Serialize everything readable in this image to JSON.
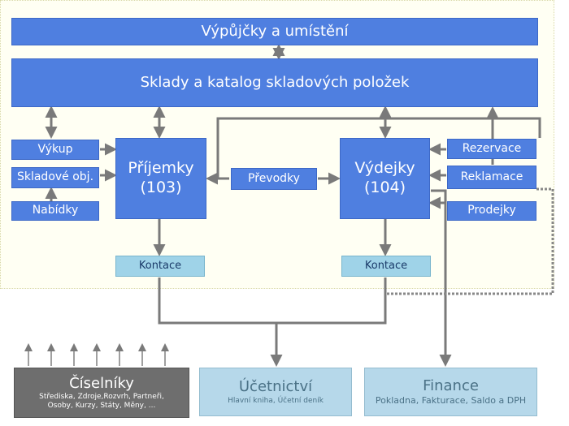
{
  "boxes": {
    "vypujcky": "Výpůjčky a umístění",
    "sklady": "Sklady a katalog skladových položek",
    "vykup": "Výkup",
    "skladove_obj": "Skladové obj.",
    "nabidky": "Nabídky",
    "prijemky_title": "Příjemky",
    "prijemky_num": "(103)",
    "prevodky": "Převodky",
    "vydejky_title": "Výdejky",
    "vydejky_num": "(104)",
    "rezervace": "Rezervace",
    "reklamace": "Reklamace",
    "prodejky": "Prodejky",
    "kontace_left": "Kontace",
    "kontace_right": "Kontace"
  },
  "modules": {
    "ciselniky": {
      "title": "Číselníky",
      "line1": "Střediska, Zdroje,Rozvrh, Partneři,",
      "line2": "Osoby, Kurzy, Státy, Měny, ..."
    },
    "ucetnictvi": {
      "title": "Účetnictví",
      "subtitle": "Hlavní kniha, Účetní deník"
    },
    "finance": {
      "title": "Finance",
      "subtitle": "Pokladna, Fakturace, Saldo a DPH"
    }
  },
  "colors": {
    "primary_box": "#4f7fe0",
    "kontace_box": "#9fd3e8",
    "module_box": "#b6d8ea",
    "ciselniky_box": "#6e6e6e",
    "panel_bg": "#fffff3",
    "arrow": "#7a7a7a"
  }
}
